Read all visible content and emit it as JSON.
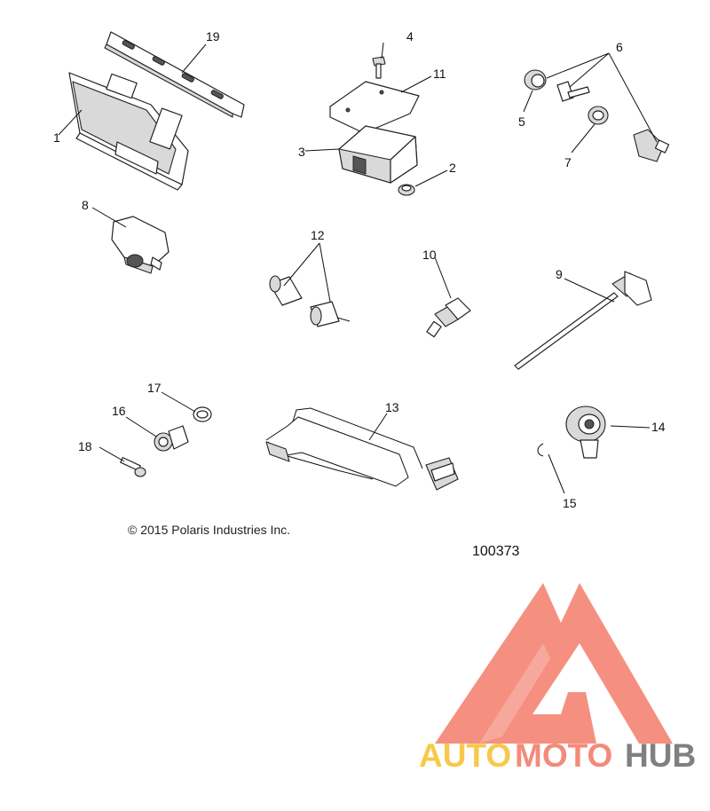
{
  "callouts": {
    "c1": "1",
    "c2": "2",
    "c3": "3",
    "c4": "4",
    "c5": "5",
    "c6": "6",
    "c7": "7",
    "c8": "8",
    "c9": "9",
    "c10": "10",
    "c11": "11",
    "c12": "12",
    "c13": "13",
    "c14": "14",
    "c15": "15",
    "c16": "16",
    "c17": "17",
    "c18": "18",
    "c19": "19"
  },
  "copyright": "© 2015 Polaris Industries Inc.",
  "figure_number": "100373",
  "watermark": {
    "part_auto": "AUTO",
    "part_moto": "MOTO",
    "part_hub": "HUB",
    "colors": {
      "accent": "#f48a7a",
      "yellow": "#f8c84a",
      "gray": "#808080"
    }
  }
}
